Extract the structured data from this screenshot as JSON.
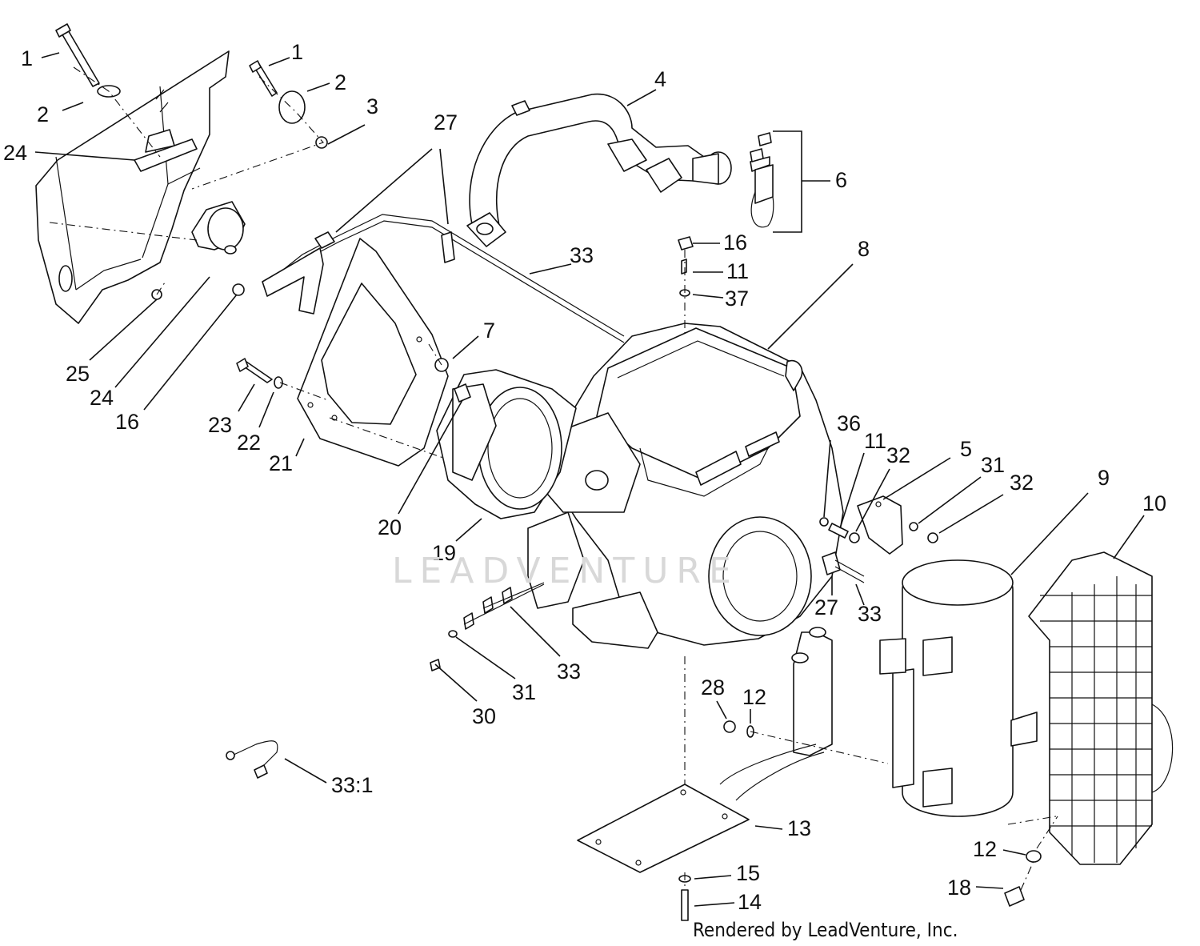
{
  "watermark": "LEADVENTURE",
  "credit": "Rendered by LeadVenture, Inc.",
  "callouts": [
    {
      "id": "c-1a",
      "text": "1"
    },
    {
      "id": "c-2a",
      "text": "2"
    },
    {
      "id": "c-24a",
      "text": "24"
    },
    {
      "id": "c-1b",
      "text": "1"
    },
    {
      "id": "c-2b",
      "text": "2"
    },
    {
      "id": "c-3",
      "text": "3"
    },
    {
      "id": "c-27a",
      "text": "27"
    },
    {
      "id": "c-4",
      "text": "4"
    },
    {
      "id": "c-6",
      "text": "6"
    },
    {
      "id": "c-16a",
      "text": "16"
    },
    {
      "id": "c-11a",
      "text": "11"
    },
    {
      "id": "c-37",
      "text": "37"
    },
    {
      "id": "c-8",
      "text": "8"
    },
    {
      "id": "c-33a",
      "text": "33"
    },
    {
      "id": "c-7",
      "text": "7"
    },
    {
      "id": "c-25",
      "text": "25"
    },
    {
      "id": "c-24b",
      "text": "24"
    },
    {
      "id": "c-16b",
      "text": "16"
    },
    {
      "id": "c-23",
      "text": "23"
    },
    {
      "id": "c-22",
      "text": "22"
    },
    {
      "id": "c-21",
      "text": "21"
    },
    {
      "id": "c-20",
      "text": "20"
    },
    {
      "id": "c-19",
      "text": "19"
    },
    {
      "id": "c-36",
      "text": "36"
    },
    {
      "id": "c-11b",
      "text": "11"
    },
    {
      "id": "c-32a",
      "text": "32"
    },
    {
      "id": "c-5",
      "text": "5"
    },
    {
      "id": "c-31a",
      "text": "31"
    },
    {
      "id": "c-32b",
      "text": "32"
    },
    {
      "id": "c-9",
      "text": "9"
    },
    {
      "id": "c-10",
      "text": "10"
    },
    {
      "id": "c-27b",
      "text": "27"
    },
    {
      "id": "c-33b",
      "text": "33"
    },
    {
      "id": "c-33c",
      "text": "33"
    },
    {
      "id": "c-31b",
      "text": "31"
    },
    {
      "id": "c-30",
      "text": "30"
    },
    {
      "id": "c-28",
      "text": "28"
    },
    {
      "id": "c-12a",
      "text": "12"
    },
    {
      "id": "c-33-1",
      "text": "33:1"
    },
    {
      "id": "c-13",
      "text": "13"
    },
    {
      "id": "c-12b",
      "text": "12"
    },
    {
      "id": "c-15",
      "text": "15"
    },
    {
      "id": "c-18",
      "text": "18"
    },
    {
      "id": "c-14",
      "text": "14"
    }
  ]
}
